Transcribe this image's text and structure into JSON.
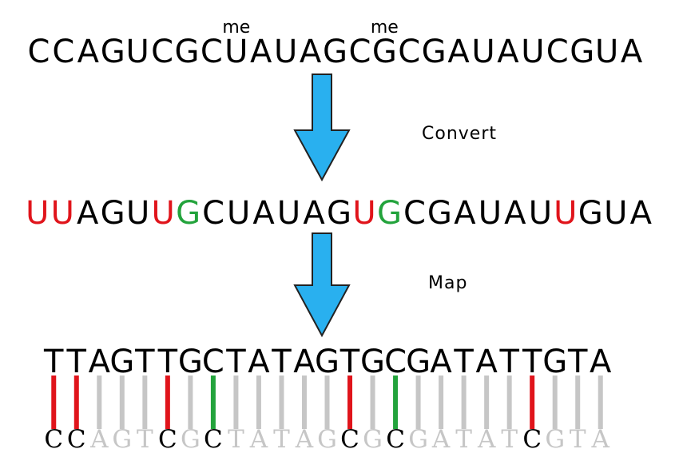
{
  "row1": {
    "sequence": "CCAGUCGCUAUAGCGCGAUAUCGUA",
    "methyl_label": "me",
    "methyl_positions": [
      8,
      14
    ]
  },
  "convert_label": "Convert",
  "row2": {
    "sequence": "UUAGUUGCUAUAGUGCGAUAUUGUA",
    "red_positions": [
      0,
      1,
      5,
      13,
      21
    ],
    "green_positions": [
      6,
      14
    ]
  },
  "map_label": "Map",
  "row3": {
    "sequence": "TTAGTTGCTATAGTGCGATATTGTA",
    "red_positions": [
      0,
      1,
      5,
      13,
      21
    ],
    "green_positions": [
      7,
      15
    ]
  },
  "row4": {
    "sequence": "CCAGTCGCTATAGCGCGATATCGTA",
    "dark_positions": [
      0,
      1,
      5,
      7,
      13,
      15,
      21
    ]
  },
  "colors": {
    "black": "#000000",
    "red": "#e0141b",
    "green": "#23a33c",
    "gray": "#c6c6c6",
    "arrow_fill": "#29b0ef",
    "arrow_stroke": "#222222"
  }
}
